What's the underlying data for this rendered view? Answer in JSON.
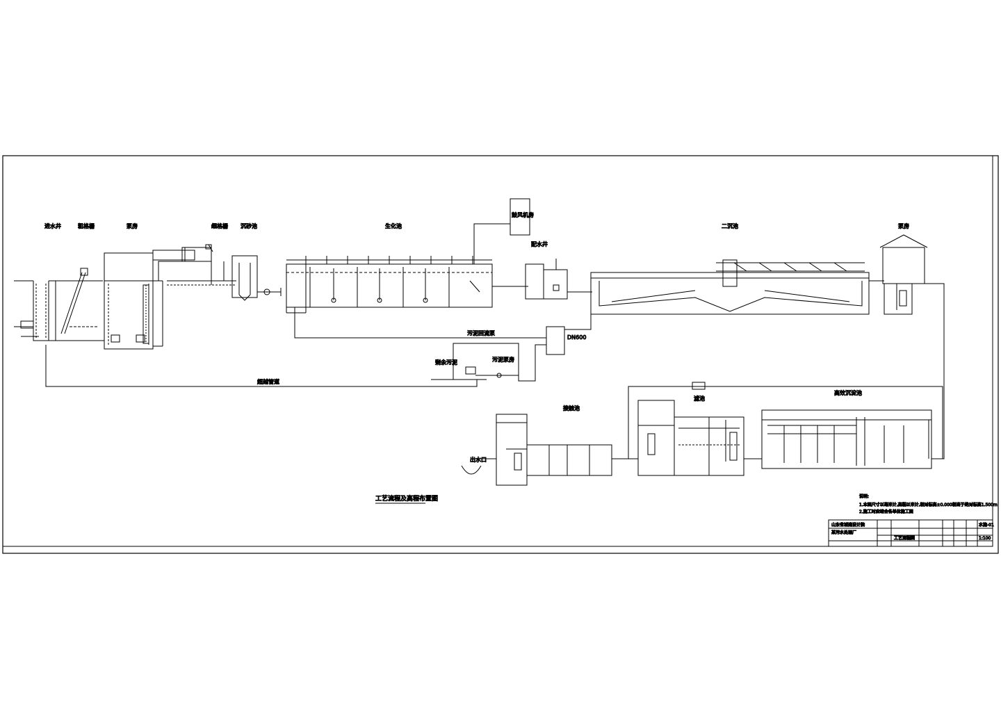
{
  "labels": {
    "inlet_well": "进水井",
    "coarse_screen": "粗格栅",
    "pump_house": "泵房",
    "fine_screen": "细格栅",
    "grit_chamber": "沉砂池",
    "bio_tank": "生化池",
    "blower_room": "鼓风机房",
    "distribution_well": "配水井",
    "secondary_clarifier": "二沉池",
    "pump_house_2": "泵房",
    "sludge_return_pump": "污泥回流泵",
    "sludge_pump_house": "污泥泵房",
    "excess_sludge": "剩余污泥",
    "return_pipe": "超越管道",
    "filter": "滤池",
    "high_efficiency_tank": "高效沉淀池",
    "contact_tank": "接触池",
    "outlet": "出水口",
    "pipe_dn": "DN600"
  },
  "drawing_title": "工艺流程及高程布置图",
  "notes": {
    "heading": "说明:",
    "line1": "1.本图尺寸以毫米计,高程以米计,相对标高±0.000相当于绝对标高1.500m",
    "line2": "2.施工时应结合各单体施工图"
  },
  "title_block": {
    "company": "山东省城建设计院",
    "project": "某污水处理厂",
    "drawing": "工艺流程图",
    "scale": "1:100",
    "sheet": "水施-01"
  }
}
